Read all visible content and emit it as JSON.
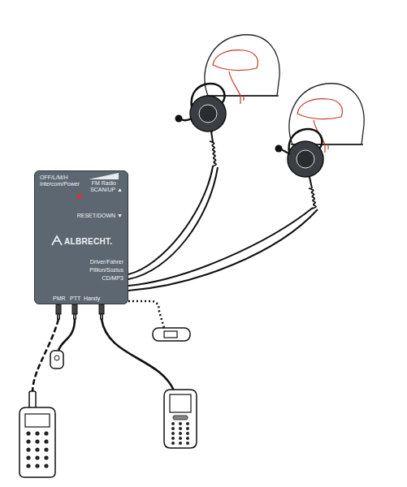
{
  "diagram": {
    "nodes": [
      {
        "text": [
          "OFF/L/M/H",
          "Intercom/Power",
          "FM Radio",
          "SCAN/UP ▲",
          "RESET/DOWN ▼",
          "ALBRECHT.",
          "Driver/Fahrer",
          "Pillion/Sozius",
          "CD/MP3",
          "PMR",
          "PTT",
          "Handy"
        ]
      }
    ]
  }
}
